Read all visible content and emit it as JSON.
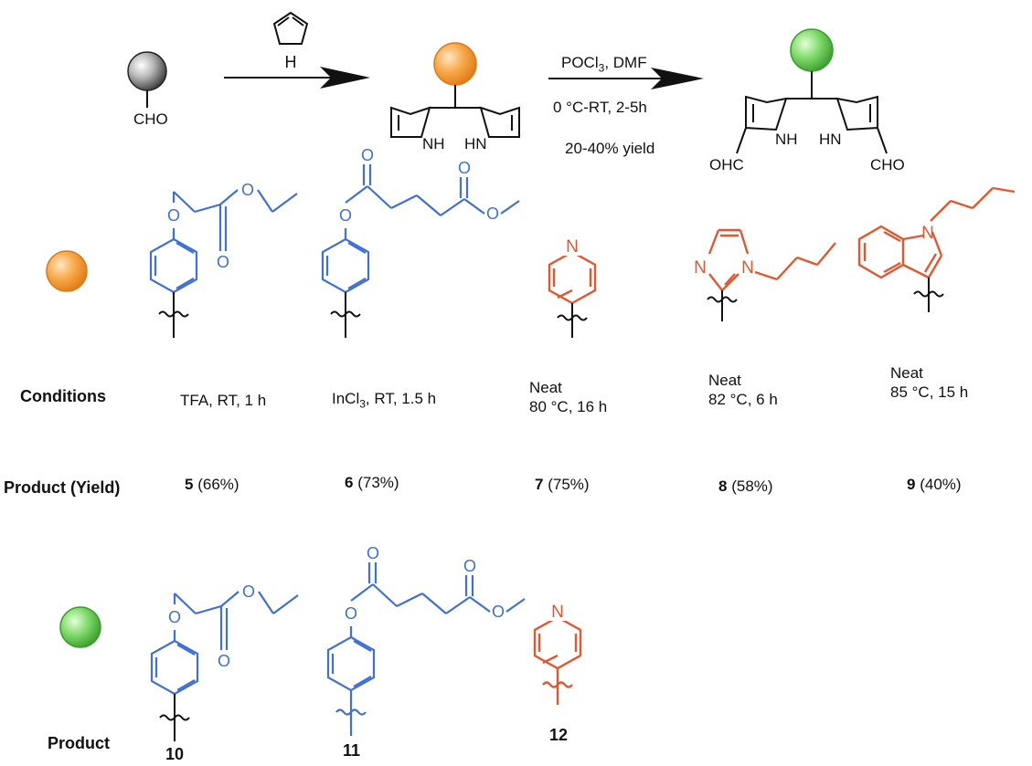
{
  "reaction": {
    "start_group": "CHO",
    "reagent1_atom": "H",
    "dipyrrole_nh_left": "NH",
    "dipyrrole_hn_right": "HN",
    "step2": {
      "reagents_prefix": "POCl",
      "reagents_sub": "3",
      "reagents_suffix": ", DMF",
      "temperature": "0 °C-RT, 2-5h",
      "yield": "20-40% yield"
    },
    "product_left": "OHC",
    "product_right": "CHO"
  },
  "atoms": {
    "N": "N",
    "O": "O",
    "N_ring": "N"
  },
  "row_labels": {
    "conditions": "Conditions",
    "product_yield": "Product (Yield)",
    "product": "Product"
  },
  "conditions": {
    "c5": "TFA, RT, 1 h",
    "c6_prefix": "InCl",
    "c6_sub": "3",
    "c6_suffix": ", RT, 1.5 h",
    "c7_line1": "Neat",
    "c7_line2": "80 °C, 16 h",
    "c8_line1": "Neat",
    "c8_line2": "82 °C, 6 h",
    "c9_line1": "Neat",
    "c9_line2": "85 °C, 15 h"
  },
  "yields": [
    {
      "num": "5",
      "pct": "(66%)"
    },
    {
      "num": "6",
      "pct": "(73%)"
    },
    {
      "num": "7",
      "pct": "(75%)"
    },
    {
      "num": "8",
      "pct": "(58%)"
    },
    {
      "num": "9",
      "pct": "(40%)"
    }
  ],
  "products": {
    "p10": "10",
    "p11": "11",
    "p12": "12"
  },
  "colors": {
    "blue": "#3f6fd8",
    "orange": "#e4572e",
    "black": "#111111",
    "sphere_gray": "#7a7a7a",
    "sphere_orange": "#f5a040",
    "sphere_green": "#5cc54a"
  }
}
